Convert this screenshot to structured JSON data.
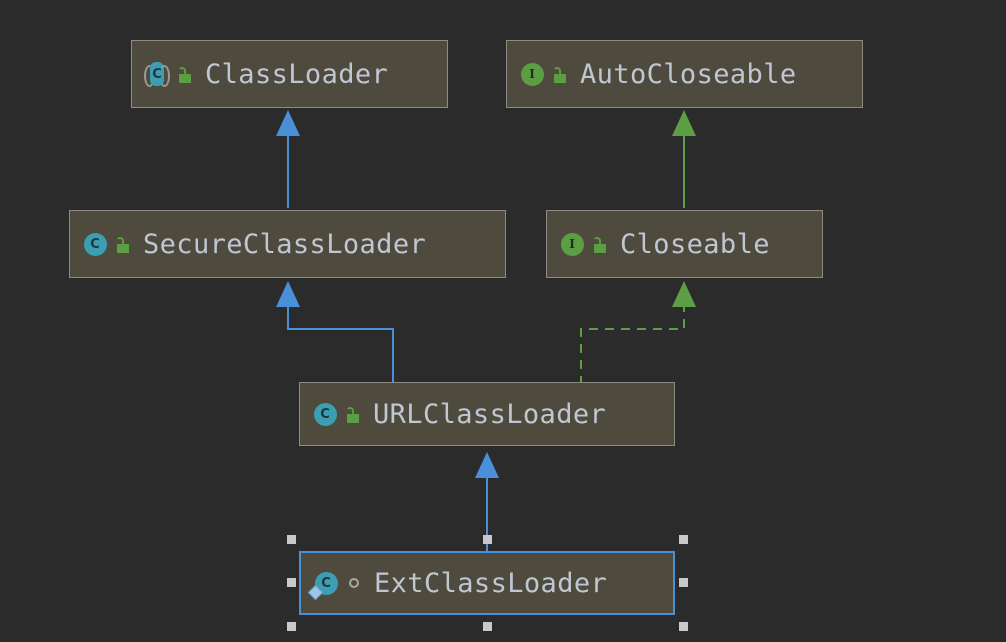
{
  "diagram": {
    "title": "ClassLoader hierarchy UML diagram",
    "background_color": "#2b2b2b",
    "node_fill_color": "#4e4a3e",
    "node_border_color": "#8c8c83",
    "node_text_color": "#bfc7d2",
    "inheritance_color": "#4a90d9",
    "realization_color": "#5c9e43",
    "selection_color": "#4a90d9",
    "selection_handle_color": "#c9c9c9"
  },
  "nodes": [
    {
      "id": "classloader",
      "label": "ClassLoader",
      "icon": "abstract-class-icon",
      "icon_glyph": "C",
      "visibility_icon": "public-unlock-icon",
      "selected": false
    },
    {
      "id": "autocloseable",
      "label": "AutoCloseable",
      "icon": "interface-icon",
      "icon_glyph": "I",
      "visibility_icon": "public-unlock-icon",
      "selected": false
    },
    {
      "id": "secureclassloader",
      "label": "SecureClassLoader",
      "icon": "class-icon",
      "icon_glyph": "C",
      "visibility_icon": "public-unlock-icon",
      "selected": false
    },
    {
      "id": "closeable",
      "label": "Closeable",
      "icon": "interface-icon",
      "icon_glyph": "I",
      "visibility_icon": "public-unlock-icon",
      "selected": false
    },
    {
      "id": "urlclassloader",
      "label": "URLClassLoader",
      "icon": "class-icon",
      "icon_glyph": "C",
      "visibility_icon": "public-unlock-icon",
      "selected": false
    },
    {
      "id": "extclassloader",
      "label": "ExtClassLoader",
      "icon": "static-inner-class-icon",
      "icon_glyph": "C",
      "visibility_icon": "package-private-circle-icon",
      "selected": true
    }
  ],
  "edges": [
    {
      "id": "secure-to-classloader",
      "from": "secureclassloader",
      "to": "classloader",
      "kind": "inheritance",
      "style": "solid",
      "color": "#4a90d9"
    },
    {
      "id": "closeable-to-autocloseable",
      "from": "closeable",
      "to": "autocloseable",
      "kind": "inheritance",
      "style": "solid",
      "color": "#5c9e43"
    },
    {
      "id": "url-to-secure",
      "from": "urlclassloader",
      "to": "secureclassloader",
      "kind": "inheritance",
      "style": "solid",
      "color": "#4a90d9"
    },
    {
      "id": "url-to-closeable",
      "from": "urlclassloader",
      "to": "closeable",
      "kind": "realization",
      "style": "dashed",
      "color": "#5c9e43"
    },
    {
      "id": "ext-to-url",
      "from": "extclassloader",
      "to": "urlclassloader",
      "kind": "inheritance",
      "style": "solid",
      "color": "#4a90d9"
    }
  ]
}
